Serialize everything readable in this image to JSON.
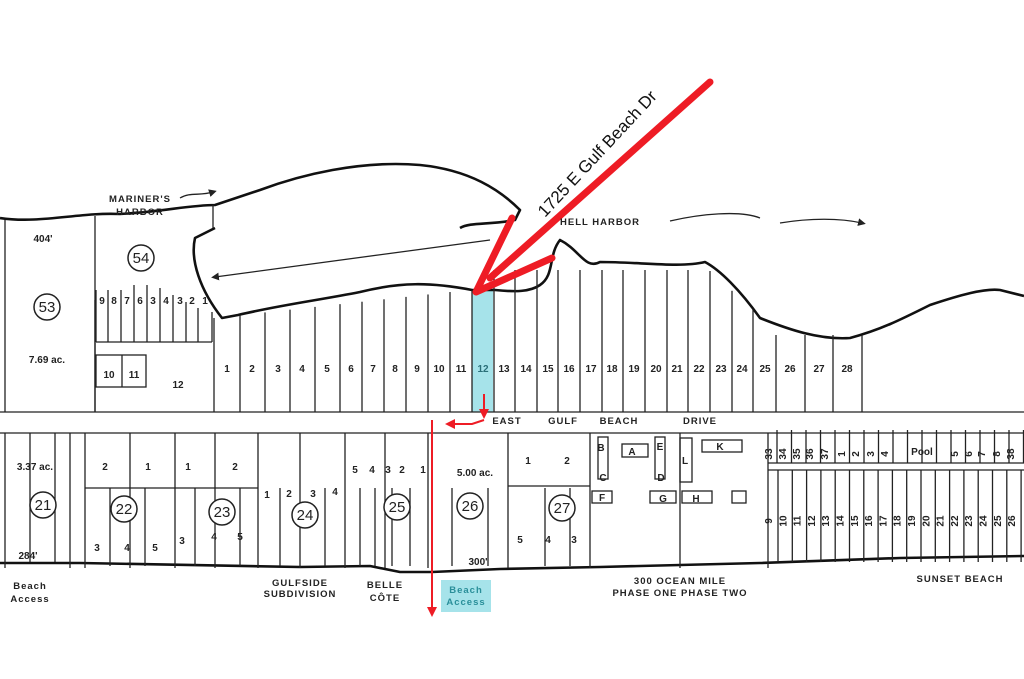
{
  "annotation": {
    "address": "1725 E Gulf Beach Dr",
    "highlight_lot": "12",
    "arrow_color": "#ee1c25",
    "highlight_color": "#a6e3ea"
  },
  "water_labels": {
    "mariners_harbor_1": "MARINER'S",
    "mariners_harbor_2": "HARBOR",
    "shell_harbor": "HELL   HARBOR"
  },
  "road": {
    "words": [
      "EAST",
      "GULF",
      "BEACH",
      "DRIVE"
    ]
  },
  "blocks": [
    "53",
    "54",
    "21",
    "22",
    "23",
    "24",
    "25",
    "26",
    "27"
  ],
  "measurements": {
    "m404": "404'",
    "ac769": "7.69 ac.",
    "ac337": "3.37 ac.",
    "m284": "284'",
    "ac500": "5.00 ac.",
    "m300": "300'"
  },
  "north_lots": [
    "1",
    "2",
    "3",
    "4",
    "5",
    "6",
    "7",
    "8",
    "9",
    "10",
    "11",
    "12",
    "13",
    "14",
    "15",
    "16",
    "17",
    "18",
    "19",
    "20",
    "21",
    "22",
    "23",
    "24",
    "25",
    "26",
    "27",
    "28"
  ],
  "block54_lots": [
    "9",
    "8",
    "7",
    "6",
    "3",
    "4",
    "3",
    "2",
    "1",
    "10",
    "11",
    "12"
  ],
  "south_lots": [
    "2",
    "1",
    "1",
    "2",
    "3",
    "4",
    "5",
    "3",
    "4",
    "5",
    "1",
    "2",
    "3",
    "4",
    "5",
    "4",
    "3",
    "2",
    "1",
    "1",
    "2",
    "5",
    "4",
    "3"
  ],
  "ocean_mile_units": [
    "B",
    "C",
    "A",
    "E",
    "D",
    "L",
    "K",
    "F",
    "G",
    "H"
  ],
  "sunset_north": [
    "33",
    "34",
    "35",
    "36",
    "37",
    "1",
    "2",
    "3",
    "4",
    "Pool",
    "5",
    "6",
    "7",
    "8",
    "38"
  ],
  "sunset_south": [
    "9",
    "10",
    "11",
    "12",
    "13",
    "14",
    "15",
    "16",
    "17",
    "18",
    "19",
    "20",
    "21",
    "22",
    "23",
    "24",
    "25",
    "26"
  ],
  "bottom_labels": {
    "beach_access_left_1": "Beach",
    "beach_access_left_2": "Access",
    "gulfside_1": "GULFSIDE",
    "gulfside_2": "SUBDIVISION",
    "belle_1": "BELLE",
    "belle_2": "CÔTE",
    "beach_access_hl_1": "Beach",
    "beach_access_hl_2": "Access",
    "ocean_mile": "300  OCEAN  MILE",
    "phases": "PHASE  ONE    PHASE  TWO",
    "sunset_beach": "SUNSET   BEACH"
  }
}
